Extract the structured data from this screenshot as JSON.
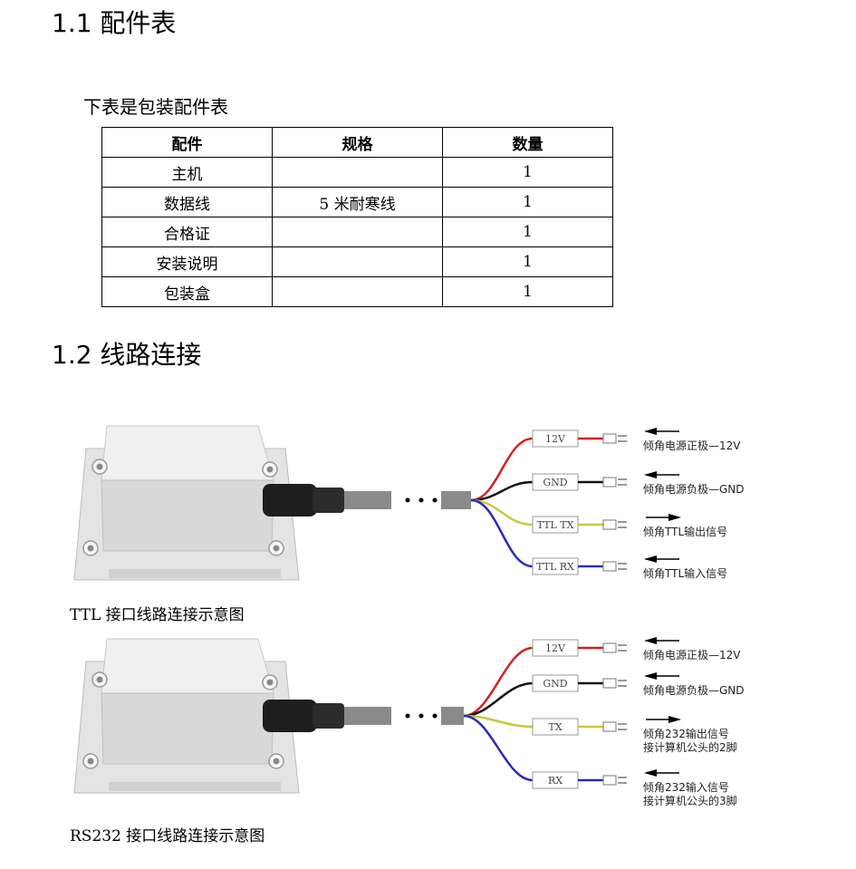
{
  "section1_title": "1.1 配件表",
  "table_intro": "下表是包装配件表",
  "table": {
    "headers": [
      "配件",
      "规格",
      "数量"
    ],
    "rows": [
      [
        "主机",
        "",
        "1"
      ],
      [
        "数据线",
        "5 米耐寒线",
        "1"
      ],
      [
        "合格证",
        "",
        "1"
      ],
      [
        "安装说明",
        "",
        "1"
      ],
      [
        "包装盒",
        "",
        "1"
      ]
    ]
  },
  "section2_title": "1.2 线路连接",
  "diagrams": [
    {
      "caption": "TTL 接口线路连接示意图",
      "wires": [
        {
          "label": "12V",
          "color": "#d42020",
          "direction": "in",
          "desc": [
            "倾角电源正极—12V"
          ]
        },
        {
          "label": "GND",
          "color": "#111111",
          "direction": "in",
          "desc": [
            "倾角电源负极—GND"
          ]
        },
        {
          "label": "TTL TX",
          "color": "#c8c83a",
          "direction": "out",
          "desc": [
            "倾角TTL输出信号"
          ]
        },
        {
          "label": "TTL RX",
          "color": "#2a2ab8",
          "direction": "in",
          "desc": [
            "倾角TTL输入信号"
          ]
        }
      ]
    },
    {
      "caption": "RS232 接口线路连接示意图",
      "wires": [
        {
          "label": "12V",
          "color": "#d42020",
          "direction": "in",
          "desc": [
            "倾角电源正极—12V"
          ]
        },
        {
          "label": "GND",
          "color": "#111111",
          "direction": "in",
          "desc": [
            "倾角电源负极—GND"
          ]
        },
        {
          "label": "TX",
          "color": "#c8c83a",
          "direction": "out",
          "desc": [
            "倾角232输出信号",
            "接计算机公头的2脚"
          ]
        },
        {
          "label": "RX",
          "color": "#2a2ab8",
          "direction": "in",
          "desc": [
            "倾角232输入信号",
            "接计算机公头的3脚"
          ]
        }
      ]
    }
  ]
}
